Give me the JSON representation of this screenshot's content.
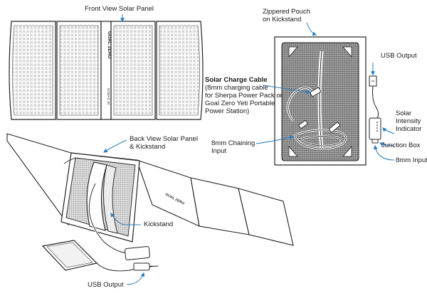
{
  "labels": {
    "front_view": "Front View Solar Panel",
    "pouch_line1": "Zippered Pouch",
    "pouch_line2": "on Kickstand",
    "usb_output_top": "USB Output",
    "cable_title": "Solar Charge Cable",
    "cable_desc1": "(8mm charging cable",
    "cable_desc2": "for Sherpa Power Pack or",
    "cable_desc3": "Goal Zero Yeti Portable",
    "cable_desc4": "Power Station)",
    "solar_line1": "Solar",
    "solar_line2": "Intensity",
    "solar_line3": "Indicator",
    "junction_box": "Junction Box",
    "input_8mm": "8mm Input",
    "chaining_line1": "8mm Chaining",
    "chaining_line2": "Input",
    "back_line1": "Back View Solar Panel",
    "back_line2": "& Kickstand",
    "kickstand": "Kickstand",
    "usb_output_bottom": "USB Output"
  },
  "panel_brand": "GOAL ZERO",
  "panel_model": "NOMAD 20",
  "colors": {
    "accent": "#2a7fc0",
    "line": "#1a1a1a",
    "cell": "#d9d9d9"
  }
}
